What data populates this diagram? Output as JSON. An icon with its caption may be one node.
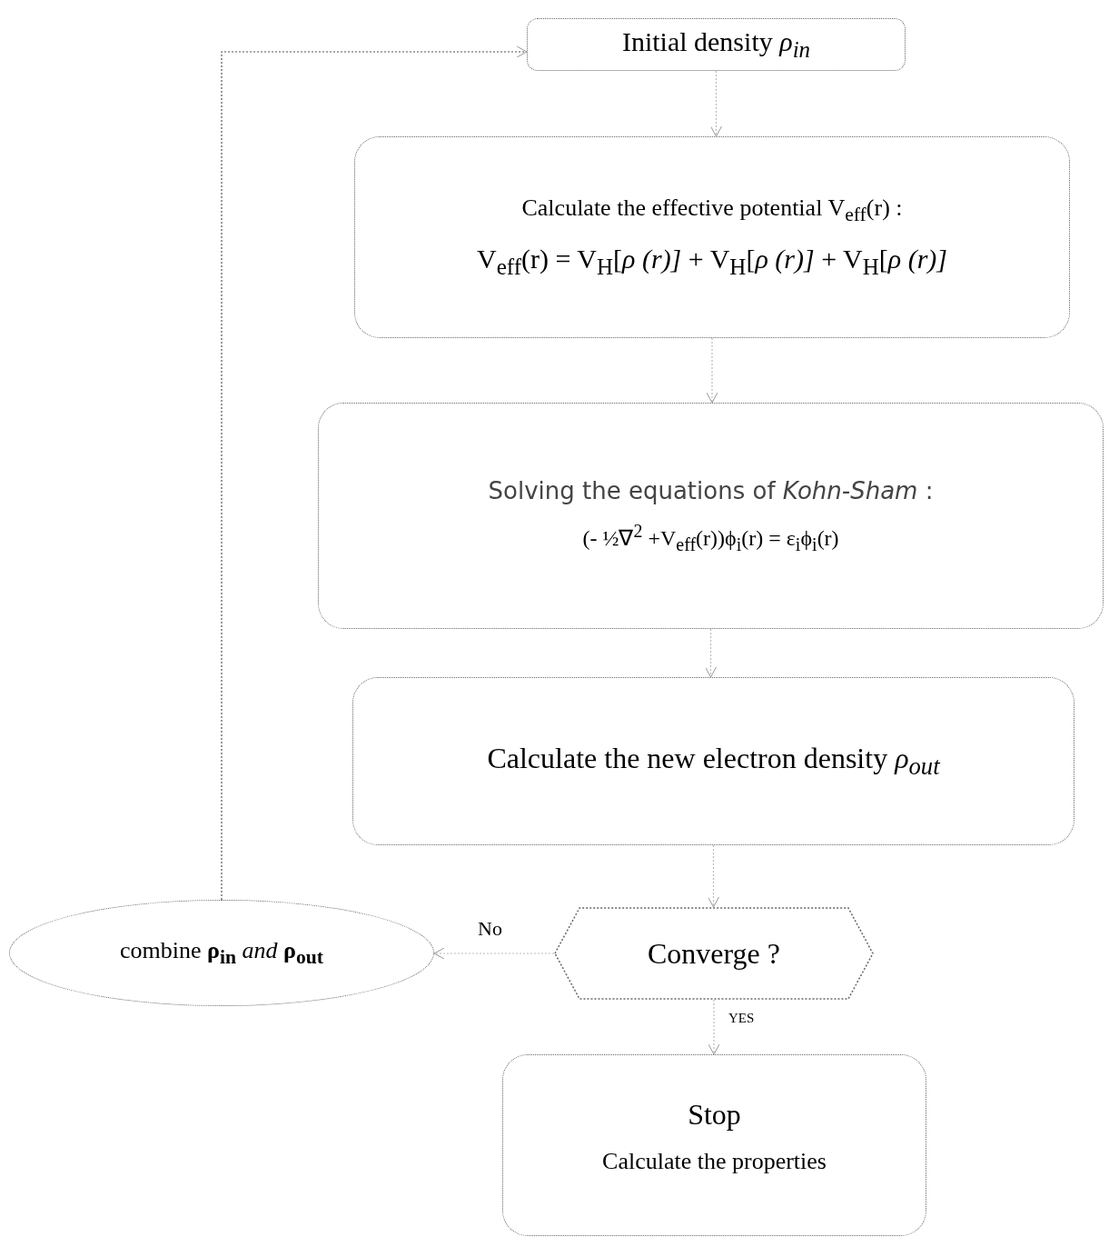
{
  "diagram": {
    "nodes": [
      {
        "text": [
          "Initial density  *ρ$_{in}$*"
        ]
      },
      {
        "text": [
          "Calculate the effective potential  V$_{eff}$(r) :",
          "V$_{eff}$(r) = V$_{H}$[*ρ (r)]* + V$_{H}$[*ρ (r)]* + V$_{H}$[*ρ (r)]*"
        ]
      },
      {
        "text": [
          "Solving the equations of  *Kohn-Sham* :",
          "(- ½∇$^{2}$ +V$_{eff}$(r))ϕ$_{i}$(r) = ε$_{i}$ϕ$_{i}$(r)"
        ]
      },
      {
        "text": [
          "Calculate the new electron density *ρ$_{out}$*"
        ]
      },
      {
        "text": [
          "Converge ?"
        ]
      },
      {
        "text": [
          "combine **ρ$_{in}$** *and* **ρ$_{out}$**"
        ]
      },
      {
        "text": [
          "Stop",
          "Calculate the properties"
        ]
      }
    ],
    "edges": [
      {
        "from": 0,
        "to": 1,
        "arrow": "to"
      },
      {
        "from": 1,
        "to": 2,
        "arrow": "to"
      },
      {
        "from": 2,
        "to": 3,
        "arrow": "to"
      },
      {
        "from": 3,
        "to": 4,
        "arrow": "to"
      },
      {
        "from": 4,
        "to": 5,
        "arrow": "to",
        "label": "No"
      },
      {
        "from": 4,
        "to": 6,
        "arrow": "to",
        "label": "YES"
      },
      {
        "from": 5,
        "to": 0,
        "arrow": "to",
        "color": "#555555"
      }
    ]
  }
}
